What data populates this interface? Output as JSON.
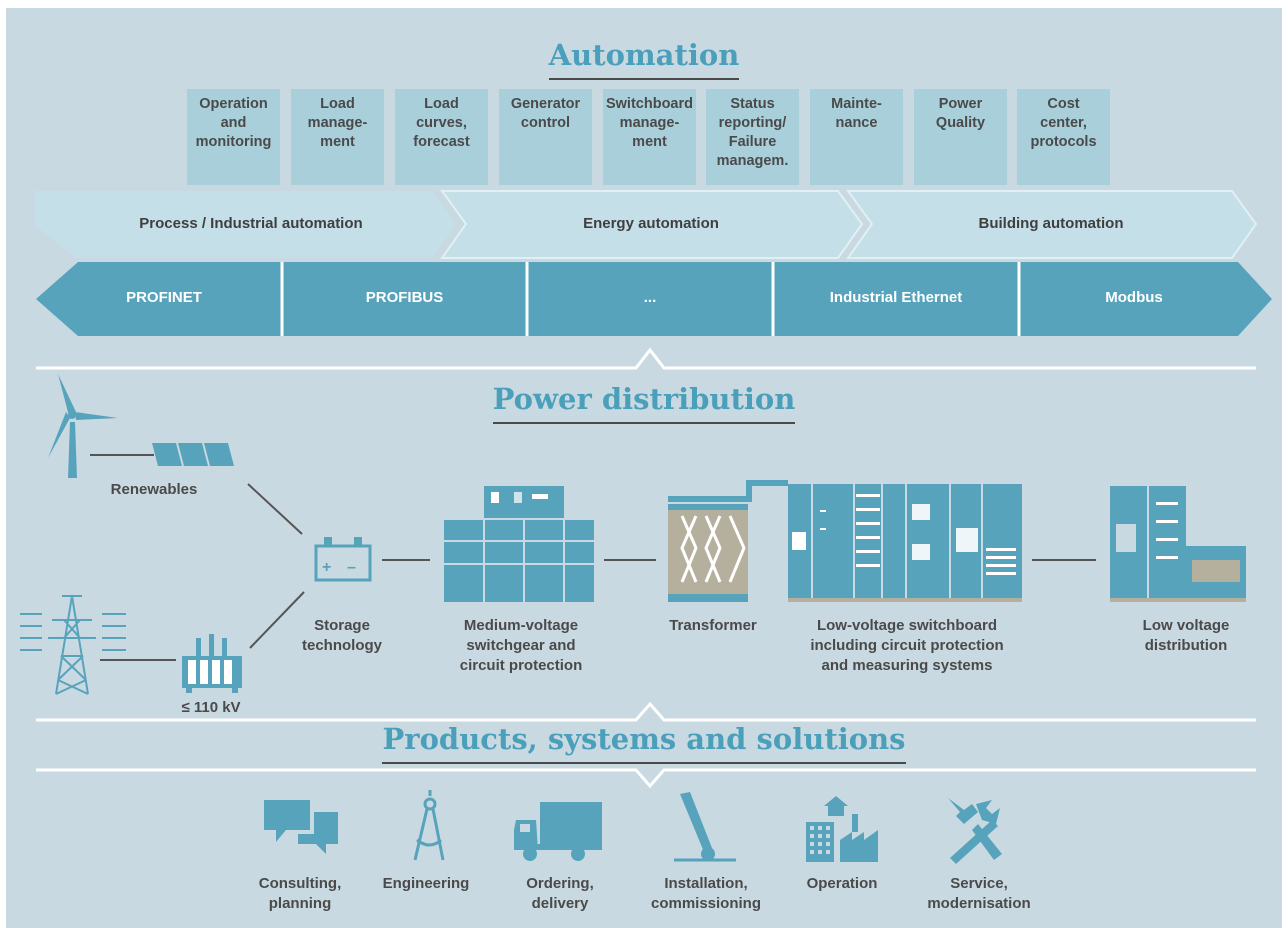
{
  "automation": {
    "title": "Automation",
    "functions": [
      "Operation\nand\nmonitoring",
      "Load\nmanage-\nment",
      "Load\ncurves,\nforecast",
      "Generator\ncontrol",
      "Switchboard\nmanage-\nment",
      "Status\nreporting/\nFailure\nmanagem.",
      "Mainte-\nnance",
      "Power\nQuality",
      "Cost\ncenter,\nprotocols"
    ],
    "domains": [
      "Process / Industrial automation",
      "Energy automation",
      "Building automation"
    ],
    "protocols": [
      "PROFINET",
      "PROFIBUS",
      "...",
      "Industrial Ethernet",
      "Modbus"
    ]
  },
  "power_distribution": {
    "title": "Power distribution",
    "renewables": "Renewables",
    "grid": "≤ 110 kV",
    "storage": "Storage\ntechnology",
    "mv": "Medium-voltage\nswitchgear and\ncircuit protection",
    "transformer": "Transformer",
    "lv_switchboard": "Low-voltage switchboard\nincluding circuit protection\nand measuring systems",
    "lv_distribution": "Low voltage\ndistribution"
  },
  "products": {
    "title": "Products, systems and solutions",
    "items": [
      {
        "label": "Consulting,\nplanning",
        "icon": "speech-bubbles-icon"
      },
      {
        "label": "Engineering",
        "icon": "compass-icon"
      },
      {
        "label": "Ordering,\ndelivery",
        "icon": "truck-icon"
      },
      {
        "label": "Installation,\ncommissioning",
        "icon": "lever-icon"
      },
      {
        "label": "Operation",
        "icon": "buildings-icon"
      },
      {
        "label": "Service,\nmodernisation",
        "icon": "tools-icon"
      }
    ]
  },
  "colors": {
    "background": "#c9d9e1",
    "accent": "#4a9fbb",
    "box": "#a9cfda",
    "band": "#c5dfe8",
    "bus": "#58a3bc",
    "text": "#4a4a4a"
  }
}
